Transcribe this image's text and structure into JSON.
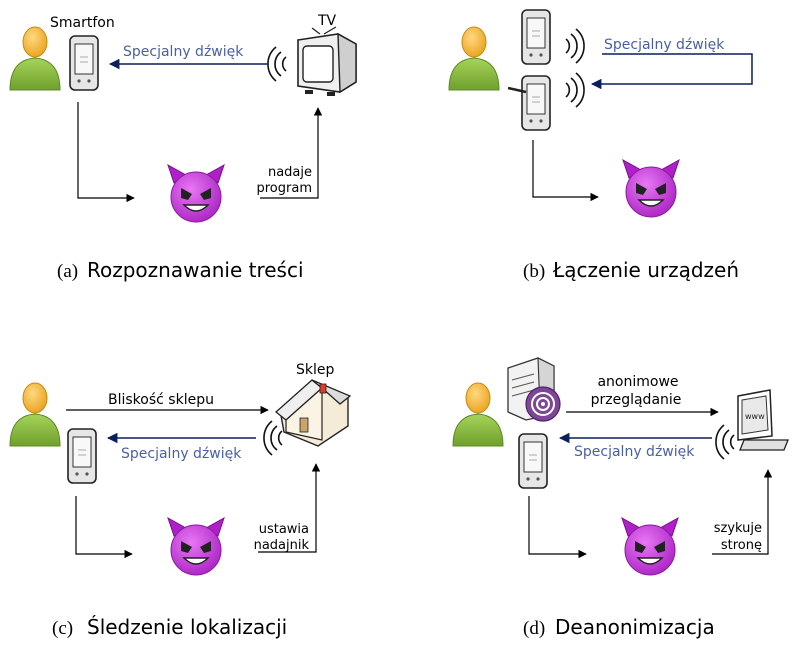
{
  "panels": {
    "a": {
      "caption_letter": "(a)",
      "caption_text": "Rozpoznawanie treści",
      "label_smartphone": "Smartfon",
      "label_tv": "TV",
      "signal": "Specjalny dźwięk",
      "broadcast_line1": "nadaje",
      "broadcast_line2": "program"
    },
    "b": {
      "caption_letter": "(b)",
      "caption_text": "Łączenie urządzeń",
      "signal": "Specjalny dźwięk"
    },
    "c": {
      "caption_letter": "(c)",
      "caption_text": "Śledzenie lokalizacji",
      "label_shop": "Sklep",
      "proximity": "Bliskość sklepu",
      "signal": "Specjalny dźwięk",
      "transmitter_line1": "ustawia",
      "transmitter_line2": "nadajnik"
    },
    "d": {
      "caption_letter": "(d)",
      "caption_text": "Deanonimizacja",
      "browsing_line1": "anonimowe",
      "browsing_line2": "przeglądanie",
      "signal": "Specjalny dźwięk",
      "prepare_line1": "szykuje",
      "prepare_line2": "stronę",
      "browser_screen": "www"
    }
  },
  "colors": {
    "signal_text": "#4a5fa6",
    "signal_arrow": "#0b1f5c",
    "devil": "#c233d6",
    "person_body": "#8cbf3f",
    "person_head": "#f2b233"
  },
  "icons": [
    "person-icon",
    "smartphone-icon",
    "tv-icon",
    "devil-icon",
    "house-icon",
    "server-icon",
    "tor-icon",
    "computer-icon",
    "sound-waves-icon"
  ]
}
